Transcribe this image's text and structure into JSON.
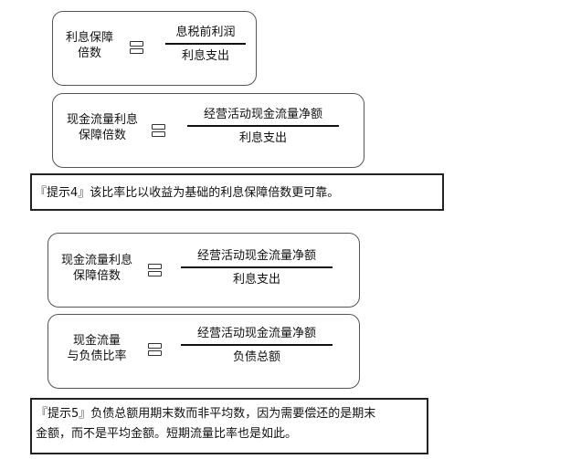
{
  "formulas": [
    {
      "lhs": [
        "利息保障",
        "倍数"
      ],
      "numerator": "息税前利润",
      "denominator": "利息支出"
    },
    {
      "lhs": [
        "现金流量利息",
        "保障倍数"
      ],
      "numerator": "经营活动现金流量净额",
      "denominator": "利息支出"
    },
    {
      "lhs": [
        "现金流量利息",
        "保障倍数"
      ],
      "numerator": "经营活动现金流量净额",
      "denominator": "利息支出"
    },
    {
      "lhs": [
        "现金流量",
        "与负债比率"
      ],
      "numerator": "经营活动现金流量净额",
      "denominator": "负债总额"
    }
  ],
  "tips": [
    {
      "lines": [
        "『提示4』该比率比以收益为基础的利息保障倍数更可靠。"
      ]
    },
    {
      "lines": [
        "『提示5』负债总额用期末数而非平均数，因为需要偿还的是期末",
        "金额，而不是平均金额。短期流量比率也是如此。"
      ]
    }
  ]
}
